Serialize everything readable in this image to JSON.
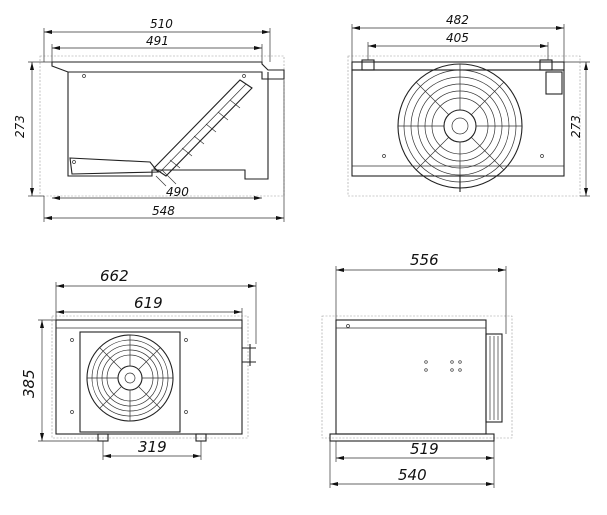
{
  "views": {
    "top_left": {
      "dim_overall_width": "510",
      "dim_inner_width": "491",
      "dim_height": "273",
      "dim_coil": "490",
      "dim_total": "548"
    },
    "top_right": {
      "dim_overall_width": "482",
      "dim_inner_width": "405",
      "dim_height": "273"
    },
    "bottom_left": {
      "dim_overall_width": "662",
      "dim_inner_width": "619",
      "dim_height": "385",
      "dim_feet": "319"
    },
    "bottom_right": {
      "dim_overall_width": "556",
      "dim_base_inner": "519",
      "dim_base_outer": "540"
    }
  },
  "colors": {
    "line": "#222222",
    "ghost": "#9a9a9a",
    "background": "#ffffff"
  }
}
